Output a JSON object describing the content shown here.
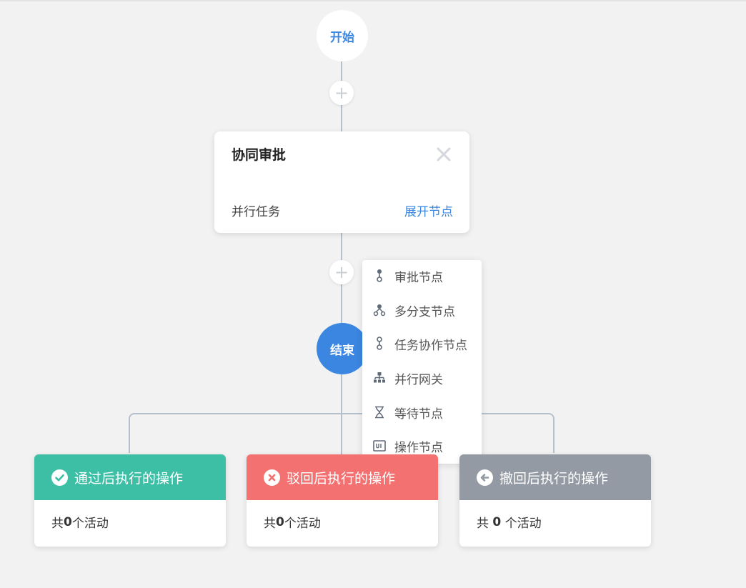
{
  "flow": {
    "start_label": "开始",
    "end_label": "结束",
    "add_symbol": "+"
  },
  "approval_node": {
    "title": "协同审批",
    "type_label": "并行任务",
    "expand_label": "展开节点",
    "close_icon": "close-icon"
  },
  "add_menu": {
    "items": [
      {
        "label": "审批节点",
        "icon": "approval-node-icon"
      },
      {
        "label": "多分支节点",
        "icon": "branch-node-icon"
      },
      {
        "label": "任务协作节点",
        "icon": "task-collab-icon"
      },
      {
        "label": "并行网关",
        "icon": "parallel-gateway-icon"
      },
      {
        "label": "等待节点",
        "icon": "hourglass-icon"
      },
      {
        "label": "操作节点",
        "icon": "ui-node-icon"
      }
    ]
  },
  "operations": [
    {
      "title": "通过后执行的操作",
      "icon": "check-circle-icon",
      "color": "#3dbfa6",
      "prefix": "共",
      "count": "0",
      "suffix": "个活动"
    },
    {
      "title": "驳回后执行的操作",
      "icon": "x-circle-icon",
      "color": "#f47171",
      "prefix": "共",
      "count": "0",
      "suffix": "个活动"
    },
    {
      "title": "撤回后执行的操作",
      "icon": "back-arrow-circle-icon",
      "color": "#939aa4",
      "prefix": "共 ",
      "count": "0",
      "suffix": " 个活动"
    }
  ],
  "colors": {
    "accent": "#3a86e0",
    "connector": "#b6c0cb",
    "background": "#f2f2f2"
  }
}
